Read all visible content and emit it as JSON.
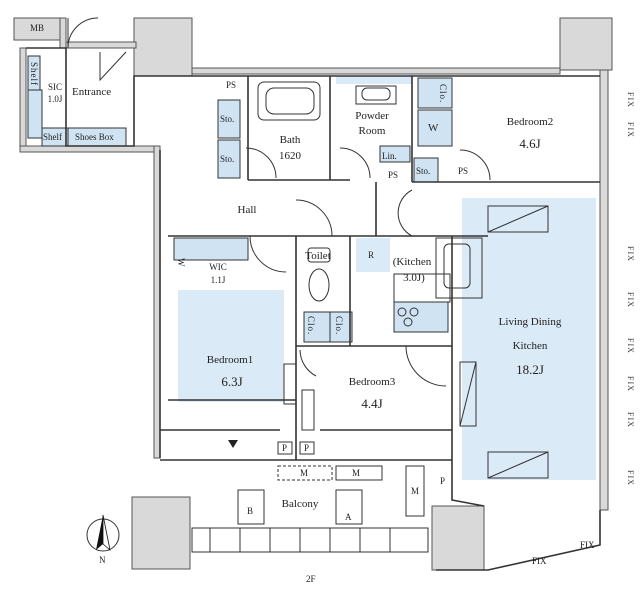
{
  "rooms": {
    "mb": "MB",
    "shelf_top": "Shelf",
    "sic": "SIC",
    "sic_size": "1.0J",
    "shelf_bottom": "Shelf",
    "entrance": "Entrance",
    "shoes_box": "Shoes Box",
    "ps": "PS",
    "storage": "Sto.",
    "bath": "Bath",
    "bath_size": "1620",
    "powder_room_1": "Powder",
    "powder_room_2": "Room",
    "linen": "Lin.",
    "washer": "W",
    "closet": "Clo.",
    "bedroom2": "Bedroom2",
    "bedroom2_size": "4.6J",
    "hall": "Hall",
    "toilet": "Toilet",
    "refrigerator": "R",
    "kitchen": "(Kitchen",
    "kitchen_size": "3.0J)",
    "wic": "WIC",
    "wic_size": "1.1J",
    "wic_w": "W",
    "bedroom1": "Bedroom1",
    "bedroom1_size": "6.3J",
    "bedroom3": "Bedroom3",
    "bedroom3_size": "4.4J",
    "ldk_1": "Living Dining",
    "ldk_2": "Kitchen",
    "ldk_size": "18.2J",
    "p": "P",
    "balcony": "Balcony",
    "m": "M",
    "unit_a": "A",
    "unit_b": "B",
    "fix": "FIX",
    "floor": "2F",
    "north": "N"
  },
  "colors": {
    "wall": "#d9d9d9",
    "wall_stroke": "#555555",
    "floor_tint": "#dbeaf7",
    "closet_tint": "#cfe3f3",
    "line": "#333333"
  }
}
